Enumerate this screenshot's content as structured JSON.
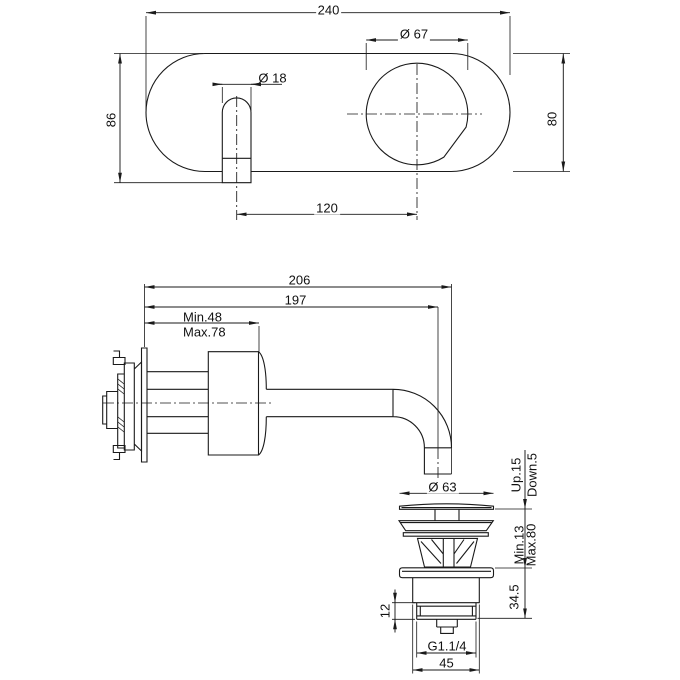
{
  "front_view": {
    "width": "240",
    "height_left": "86",
    "height_right": "80",
    "knob_diameter": "Ø 67",
    "handle_diameter": "Ø 18",
    "centers_distance": "120"
  },
  "side_view": {
    "depth_total": "206",
    "depth_spout": "197",
    "wall_min": "Min.48",
    "wall_max": "Max.78"
  },
  "drain": {
    "cap_diameter": "Ø 63",
    "travel_up": "Up.15",
    "travel_down": "Down.5",
    "clamp_min": "Min.13",
    "clamp_max": "Max.80",
    "body_height": "34.5",
    "thread_length": "12",
    "thread_size": "G1.1/4",
    "body_diameter": "45"
  }
}
